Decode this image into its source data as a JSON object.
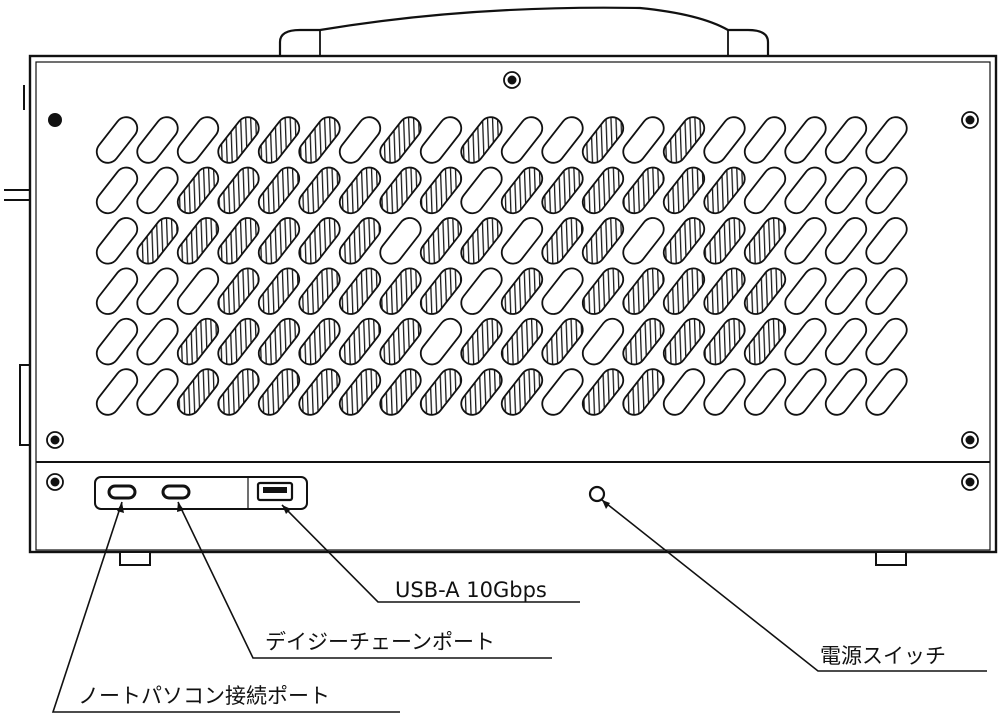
{
  "callouts": {
    "usb_a": "USB-A 10Gbps",
    "daisy_chain": "デイジーチェーンポート",
    "laptop_port": "ノートパソコン接続ポート",
    "power_switch": "電源スイッチ"
  },
  "colors": {
    "line": "#111111",
    "background": "#ffffff",
    "hatch": "#1a1a1a"
  }
}
